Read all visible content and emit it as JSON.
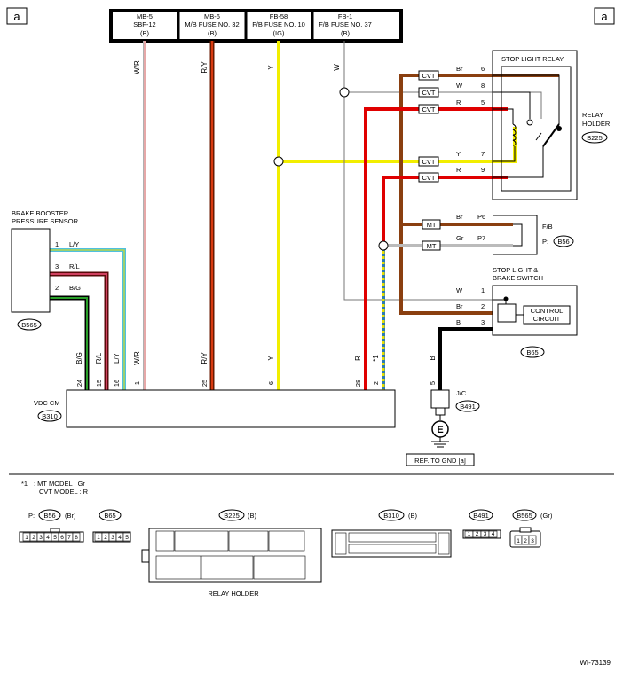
{
  "corner_marks": {
    "left": "a",
    "right": "a"
  },
  "fuse_box": [
    {
      "l1": "MB-5",
      "l2": "SBF-12",
      "l3": "(B)"
    },
    {
      "l1": "MB-6",
      "l2": "M/B FUSE NO. 32",
      "l3": "(B)"
    },
    {
      "l1": "FB-58",
      "l2": "F/B FUSE NO. 10",
      "l3": "(IG)"
    },
    {
      "l1": "FB-1",
      "l2": "F/B FUSE NO. 37",
      "l3": "(B)"
    }
  ],
  "wire_colors": {
    "wr": "W/R",
    "ry": "R/Y",
    "y": "Y",
    "w": "W",
    "bg": "B/G",
    "rl": "R/L",
    "ly": "L/Y",
    "r": "R",
    "star1": "*1",
    "b": "B"
  },
  "colors": {
    "white_red": "#d9a0a0",
    "red_yellow": "#b22a0a",
    "yellow": "#f2ee00",
    "white": "#9a9a9a",
    "brown": "#9a4a14",
    "red": "#e00000",
    "blue_green": "#3ab4d8",
    "green": "#1a8a1a",
    "black": "#000000",
    "gray": "#bdbdbd"
  },
  "relay": {
    "title": "STOP LIGHT RELAY",
    "holder1": "RELAY",
    "holder2": "HOLDER",
    "code": "B225",
    "pins": [
      {
        "tag": "CVT",
        "color": "Br",
        "pin": "6"
      },
      {
        "tag": "CVT",
        "color": "W",
        "pin": "8"
      },
      {
        "tag": "CVT",
        "color": "R",
        "pin": "5"
      },
      {
        "tag": "CVT",
        "color": "Y",
        "pin": "7"
      },
      {
        "tag": "CVT",
        "color": "R",
        "pin": "9"
      }
    ]
  },
  "fb": {
    "label": "F/B",
    "prefix": "P:",
    "code": "B56",
    "pins": [
      {
        "tag": "MT",
        "color": "Br",
        "pin": "P6"
      },
      {
        "tag": "MT",
        "color": "Gr",
        "pin": "P7"
      }
    ]
  },
  "stop_switch": {
    "title1": "STOP LIGHT &",
    "title2": "BRAKE SWITCH",
    "ctrl1": "CONTROL",
    "ctrl2": "CIRCUIT",
    "code": "B65",
    "pins": [
      {
        "color": "W",
        "pin": "1"
      },
      {
        "color": "Br",
        "pin": "2"
      },
      {
        "color": "B",
        "pin": "3"
      }
    ]
  },
  "sensor": {
    "title1": "BRAKE BOOSTER",
    "title2": "PRESSURE SENSOR",
    "code": "B565",
    "pins": [
      {
        "pin": "1",
        "color": "L/Y"
      },
      {
        "pin": "3",
        "color": "R/L"
      },
      {
        "pin": "2",
        "color": "B/G"
      }
    ]
  },
  "vdc": {
    "title": "VDC CM",
    "code": "B310",
    "pins": [
      "24",
      "15",
      "16",
      "1",
      "25",
      "6",
      "28",
      "2"
    ]
  },
  "jc": {
    "label": "J/C",
    "code": "B491",
    "pin": "5",
    "wire": "B",
    "ground": "E",
    "ref": "REF. TO GND  [a]"
  },
  "footnote": {
    "mark": "*1",
    "line1": ": MT MODEL  : Gr",
    "line2": "CVT MODEL  : R"
  },
  "connectors": {
    "b56": {
      "prefix": "P:",
      "code": "B56",
      "suffix": "(Br)",
      "pins": [
        "1",
        "2",
        "3",
        "4",
        "5",
        "6",
        "7",
        "8"
      ]
    },
    "b65": {
      "code": "B65",
      "pins": [
        "1",
        "2",
        "3",
        "4",
        "5"
      ]
    },
    "b225": {
      "code": "B225",
      "suffix": "(B)",
      "caption": "RELAY HOLDER"
    },
    "b310": {
      "code": "B310",
      "suffix": "(B)"
    },
    "b491": {
      "code": "B491",
      "pins": [
        "1",
        "2",
        "3",
        "4"
      ]
    },
    "b565": {
      "code": "B565",
      "suffix": "(Gr)",
      "pins": [
        "1",
        "2",
        "3"
      ]
    }
  },
  "doc_id": "WI-73139"
}
